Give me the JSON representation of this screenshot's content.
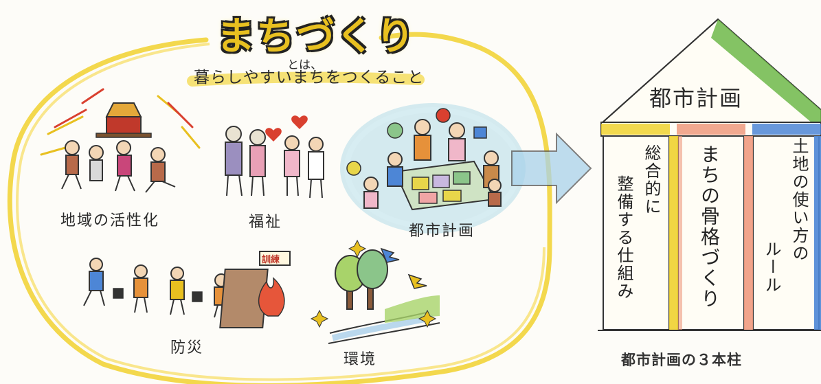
{
  "title": "まちづくり",
  "subtitle_small": "とは、",
  "subtitle_main": "暮らしやすいまちをつくること",
  "labels": {
    "community": "地域の活性化",
    "welfare": "福祉",
    "planning": "都市計画",
    "disaster": "防災",
    "environment": "環境"
  },
  "sign_text": "訓練",
  "house": {
    "roof_label": "都市計画",
    "pillars": [
      {
        "line1": "総合的に",
        "line2": "整備する仕組み"
      },
      {
        "line1": "まちの骨格づくり"
      },
      {
        "line1": "土地の使い方の",
        "line2": "ルール"
      }
    ]
  },
  "caption": "都市計画の３本柱",
  "colors": {
    "crayon_yellow": "#f2d43a",
    "pillar_yellow": "#f0d230",
    "pillar_salmon": "#ef9a7e",
    "pillar_blue": "#4d86d6",
    "roof_green": "#6fb84a",
    "arrow_blue": "#a9d2ea",
    "bubble_blue": "#bfe0ea"
  }
}
